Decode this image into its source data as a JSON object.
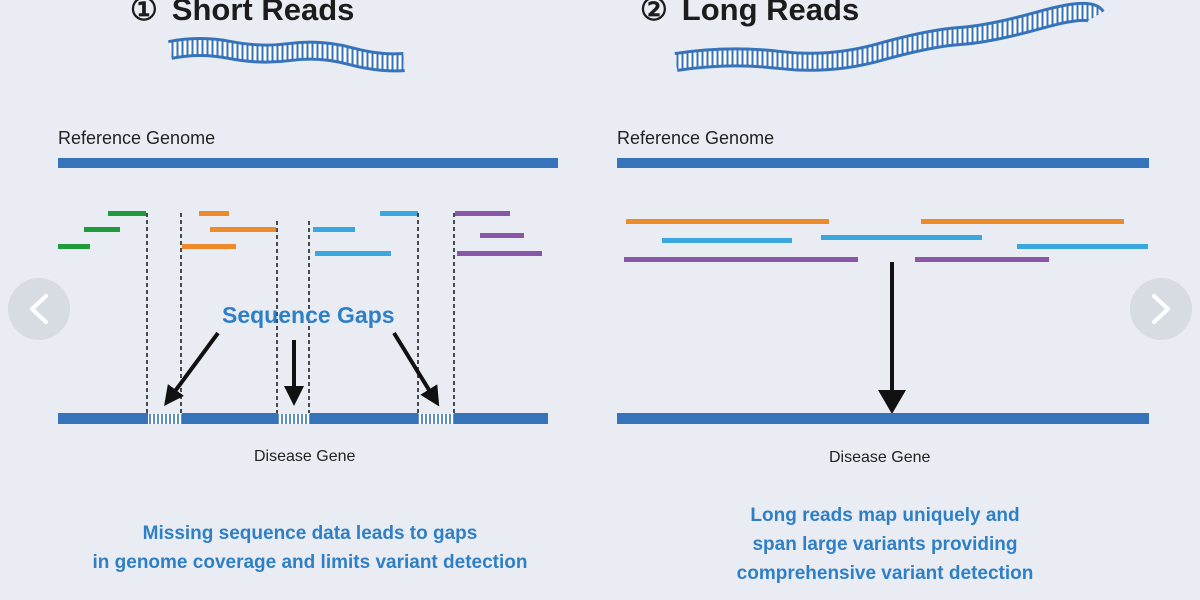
{
  "colors": {
    "background": "#e9edf3",
    "reference_blue": "#3673ba",
    "read_green": "#1f9b3b",
    "read_orange": "#ef8a2a",
    "read_cyan": "#3aa8de",
    "read_purple": "#8a56a8",
    "accent_text": "#2f7fc6"
  },
  "left_panel": {
    "number": "①",
    "title": "Short Reads",
    "reference_label": "Reference Genome",
    "gaps_label": "Sequence Gaps",
    "gene_label": "Disease Gene",
    "caption_lines": [
      "Missing sequence data leads to gaps",
      "in genome coverage and limits variant detection"
    ]
  },
  "right_panel": {
    "number": "②",
    "title": "Long Reads",
    "reference_label": "Reference Genome",
    "gene_label": "Disease Gene",
    "caption_lines": [
      "Long reads map uniquely and",
      "span large variants providing",
      "comprehensive variant detection"
    ]
  },
  "nav": {
    "prev_icon": "chevron-left-icon",
    "next_icon": "chevron-right-icon"
  }
}
